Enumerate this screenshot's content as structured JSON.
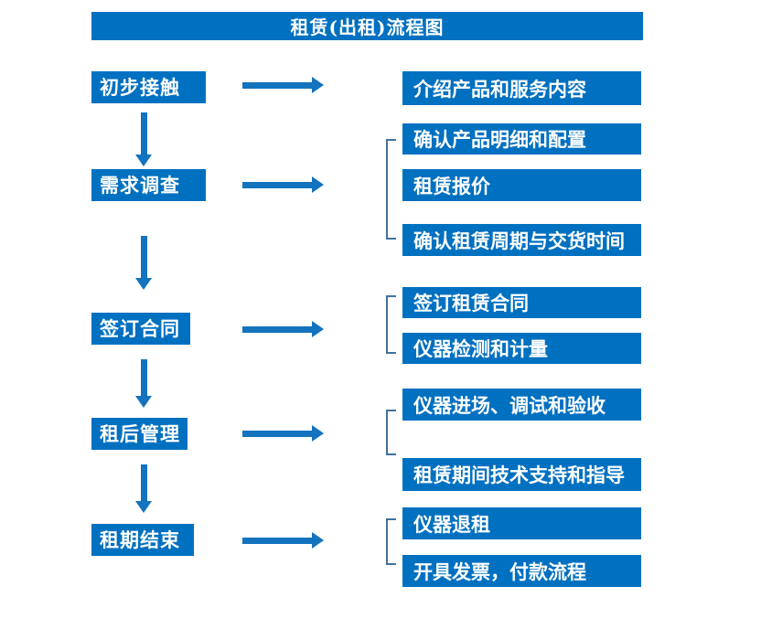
{
  "title": "租赁(出租)流程图",
  "colors": {
    "box_blue": "#0070C0",
    "arrow_blue": "#1373BE",
    "bracket_blue": "#41719C",
    "text": "#FFFFFF"
  },
  "rows": [
    {
      "step": "初步接触",
      "outputs": [
        "介绍产品和服务内容"
      ]
    },
    {
      "step": "需求调查",
      "outputs": [
        "确认产品明细和配置",
        "租赁报价",
        "确认租赁周期与交货时间"
      ]
    },
    {
      "step": "签订合同",
      "outputs": [
        "签订租赁合同",
        "仪器检测和计量"
      ]
    },
    {
      "step": "租后管理",
      "outputs": [
        "仪器进场、调试和验收",
        "租赁期间技术支持和指导"
      ]
    },
    {
      "step": "租期结束",
      "outputs": [
        "仪器退租",
        "开具发票，付款流程"
      ]
    }
  ]
}
